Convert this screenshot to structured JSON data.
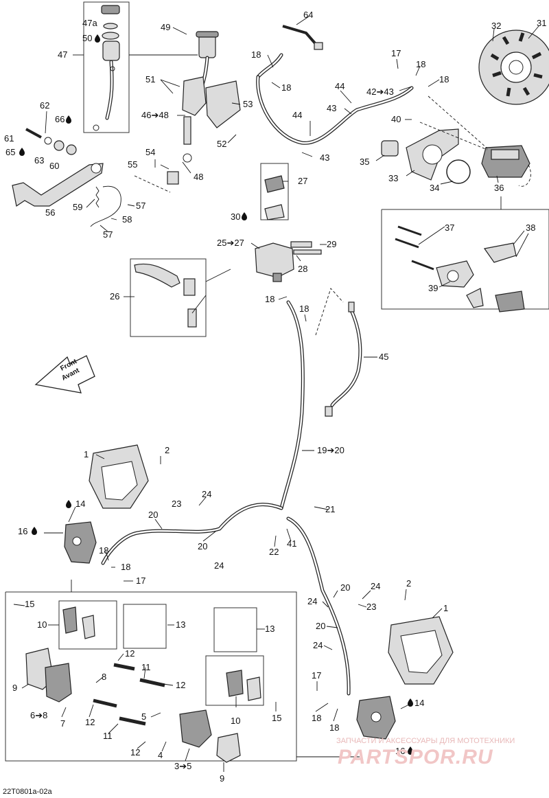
{
  "diagram": {
    "drawing_code": "22T0801a-02a",
    "front_label_en": "Front",
    "front_label_fr": "Avant",
    "watermark_text": "ЗАПЧАСТИ И АКСЕССУАРЫ ДЛЯ МОТОТЕХНИКИ",
    "watermark_logo": "PARTSPOR.RU",
    "lubricant_icon": "oil-drop-icon",
    "callouts": [
      "64",
      "49",
      "47a",
      "50",
      "47",
      "32",
      "31",
      "18",
      "18",
      "17",
      "18",
      "44",
      "42➔43",
      "18",
      "51",
      "53",
      "46➔48",
      "43",
      "40",
      "62",
      "66",
      "52",
      "44",
      "35",
      "33",
      "34",
      "36",
      "61",
      "65",
      "63",
      "60",
      "54",
      "55",
      "48",
      "43",
      "27",
      "56",
      "59",
      "57",
      "58",
      "57",
      "30",
      "25➔27",
      "29",
      "28",
      "37",
      "38",
      "26",
      "18",
      "18",
      "39",
      "45",
      "19➔20",
      "1",
      "2",
      "14",
      "24",
      "23",
      "21",
      "16",
      "20",
      "18",
      "18",
      "17",
      "20",
      "24",
      "22",
      "41",
      "20",
      "24",
      "2",
      "24",
      "23",
      "15",
      "1",
      "10",
      "13",
      "13",
      "20",
      "24",
      "12",
      "11",
      "8",
      "12",
      "9",
      "6➔8",
      "7",
      "12",
      "5",
      "11",
      "10",
      "15",
      "17",
      "14",
      "4",
      "12",
      "3➔5",
      "9",
      "18",
      "18",
      "16"
    ]
  }
}
